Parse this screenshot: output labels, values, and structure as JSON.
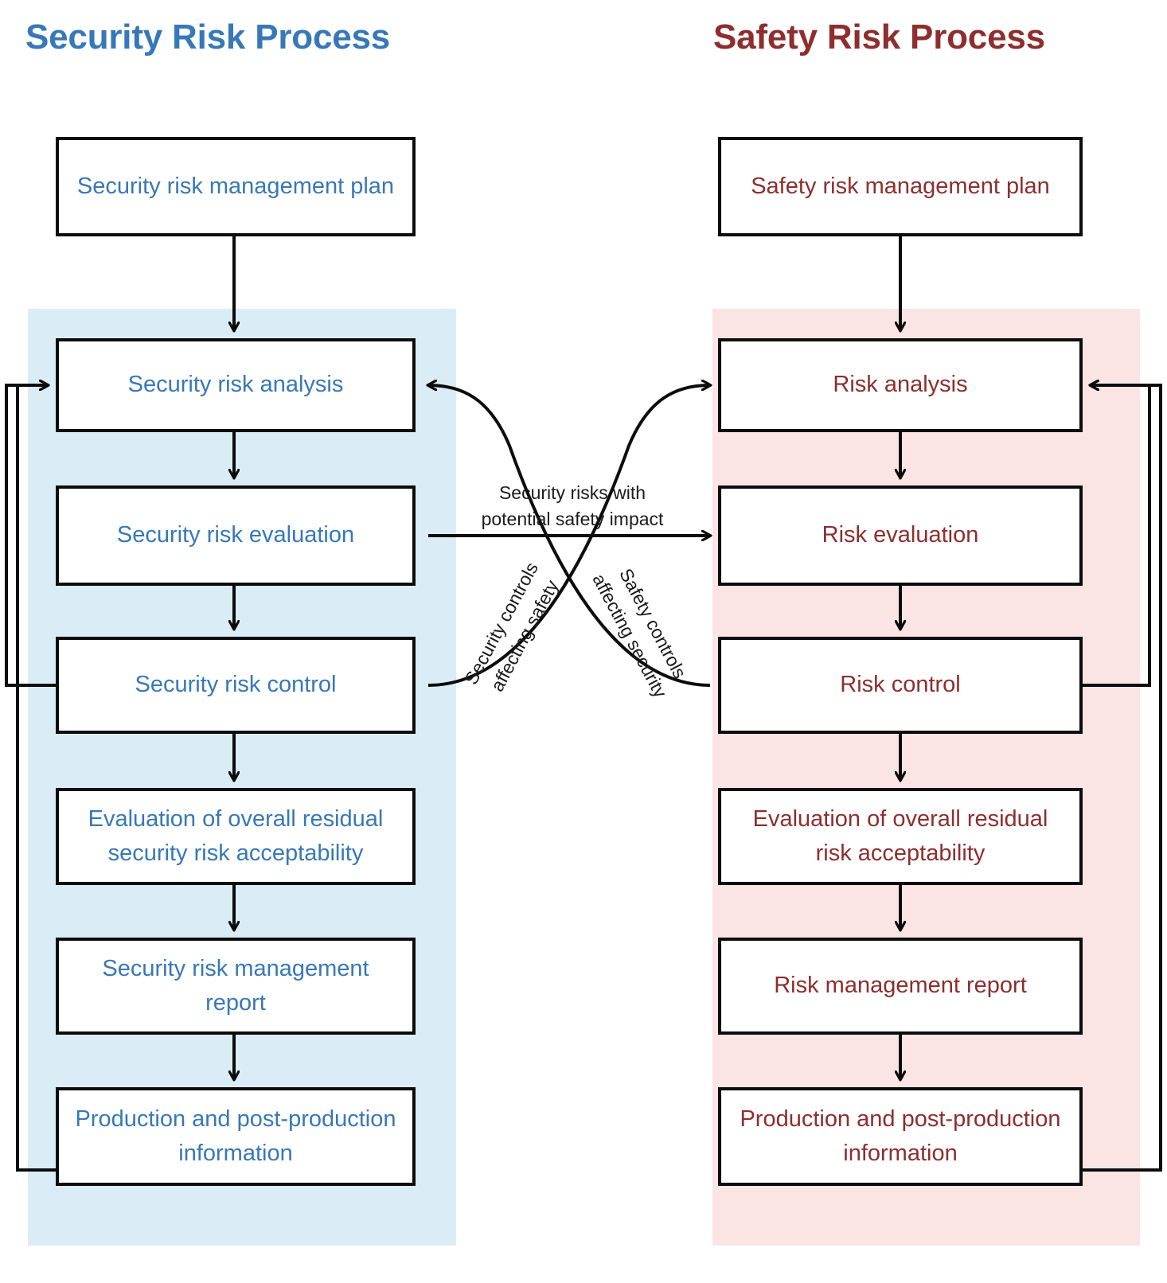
{
  "diagram": {
    "columns": [
      {
        "key": "security",
        "title": "Security Risk Process",
        "accent_color": "#3778b8",
        "band_color": "#daedf7",
        "nodes": [
          {
            "id": "sec-plan",
            "label": "Security risk management plan"
          },
          {
            "id": "sec-analysis",
            "label": "Security risk analysis"
          },
          {
            "id": "sec-evaluation",
            "label": "Security risk evaluation"
          },
          {
            "id": "sec-control",
            "label": "Security risk control"
          },
          {
            "id": "sec-residual",
            "label": "Evaluation of overall residual security risk acceptability"
          },
          {
            "id": "sec-report",
            "label": "Security risk management report"
          },
          {
            "id": "sec-production",
            "label": "Production and post-production information"
          }
        ]
      },
      {
        "key": "safety",
        "title": "Safety Risk Process",
        "accent_color": "#8e2e2e",
        "band_color": "#fbe4e4",
        "nodes": [
          {
            "id": "saf-plan",
            "label": "Safety risk management plan"
          },
          {
            "id": "saf-analysis",
            "label": "Risk analysis"
          },
          {
            "id": "saf-evaluation",
            "label": "Risk evaluation"
          },
          {
            "id": "saf-control",
            "label": "Risk control"
          },
          {
            "id": "saf-residual",
            "label": "Evaluation of overall residual risk acceptability"
          },
          {
            "id": "saf-report",
            "label": "Risk management report"
          },
          {
            "id": "saf-production",
            "label": "Production and post-production information"
          }
        ]
      }
    ],
    "cross_edges": [
      {
        "id": "security-risks-with-safety-impact",
        "label": "Security risks with\npotential safety impact",
        "from": "sec-evaluation",
        "to": "saf-evaluation"
      },
      {
        "id": "security-controls-affecting-safety",
        "label": "Security controls\naffecting safety",
        "from": "sec-control",
        "to": "saf-analysis"
      },
      {
        "id": "safety-controls-affecting-security",
        "label": "Safety controls\naffecting security",
        "from": "saf-control",
        "to": "sec-analysis"
      }
    ],
    "line_color": "#0c0c0c"
  }
}
